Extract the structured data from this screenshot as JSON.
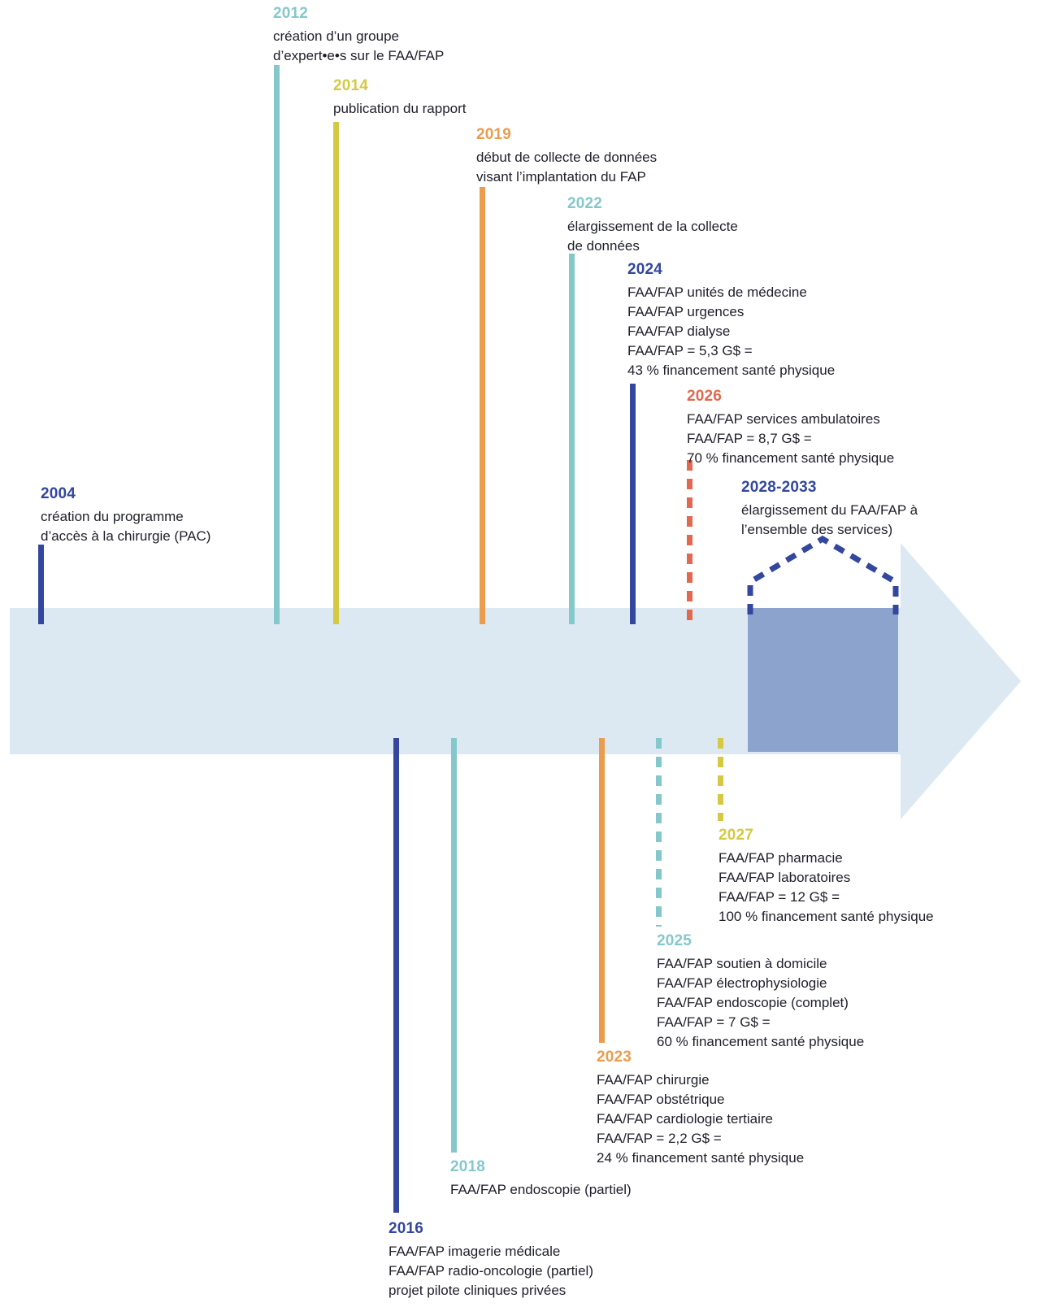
{
  "colors": {
    "darkblue": "#33479E",
    "teal": "#85C8CB",
    "yellow": "#D5C944",
    "orange": "#EC9C4D",
    "red": "#E0694F",
    "arrow": "#DCE9F2",
    "box": "#8CA3CE",
    "text": "#20212B"
  },
  "events": [
    {
      "year": "2004",
      "side": "above",
      "style": "solid",
      "color": "darkblue",
      "lines": [
        "création du programme",
        "d’accès à la chirurgie (PAC)"
      ]
    },
    {
      "year": "2012",
      "side": "above",
      "style": "solid",
      "color": "teal",
      "lines": [
        "création d’un groupe",
        "d’expert•e•s sur le FAA/FAP"
      ]
    },
    {
      "year": "2014",
      "side": "above",
      "style": "solid",
      "color": "yellow",
      "lines": [
        "publication du rapport"
      ]
    },
    {
      "year": "2016",
      "side": "below",
      "style": "solid",
      "color": "darkblue",
      "lines": [
        "FAA/FAP imagerie médicale",
        "FAA/FAP radio-oncologie (partiel)",
        "projet pilote cliniques privées"
      ]
    },
    {
      "year": "2018",
      "side": "below",
      "style": "solid",
      "color": "teal",
      "lines": [
        "FAA/FAP endoscopie (partiel)"
      ]
    },
    {
      "year": "2019",
      "side": "above",
      "style": "solid",
      "color": "orange",
      "lines": [
        "début de collecte de données",
        "visant l’implantation du FAP"
      ]
    },
    {
      "year": "2022",
      "side": "above",
      "style": "solid",
      "color": "teal",
      "lines": [
        "élargissement de la collecte",
        "de données"
      ]
    },
    {
      "year": "2023",
      "side": "below",
      "style": "solid",
      "color": "orange",
      "lines": [
        "FAA/FAP chirurgie",
        "FAA/FAP obstétrique",
        "FAA/FAP cardiologie tertiaire",
        "FAA/FAP = 2,2 G$ =",
        "24 % financement santé physique"
      ]
    },
    {
      "year": "2024",
      "side": "above",
      "style": "solid",
      "color": "darkblue",
      "lines": [
        "FAA/FAP unités de médecine",
        "FAA/FAP urgences",
        "FAA/FAP dialyse",
        "FAA/FAP = 5,3 G$ =",
        "43 % financement santé physique"
      ]
    },
    {
      "year": "2025",
      "side": "below",
      "style": "dashed",
      "color": "teal",
      "lines": [
        "FAA/FAP soutien à domicile",
        "FAA/FAP électrophysiologie",
        "FAA/FAP endoscopie (complet)",
        "FAA/FAP = 7 G$ =",
        "60 % financement santé physique"
      ]
    },
    {
      "year": "2026",
      "side": "above",
      "style": "dashed",
      "color": "red",
      "lines": [
        "FAA/FAP services ambulatoires",
        "FAA/FAP = 8,7 G$ =",
        "70 % financement santé physique"
      ]
    },
    {
      "year": "2027",
      "side": "below",
      "style": "dashed",
      "color": "yellow",
      "lines": [
        "FAA/FAP pharmacie",
        "FAA/FAP laboratoires",
        "FAA/FAP = 12 G$ =",
        "100 % financement santé physique"
      ]
    },
    {
      "year": "2028-2033",
      "side": "above",
      "style": "dashed-chevron",
      "color": "darkblue",
      "lines": [
        "élargissement du FAA/FAP à",
        "l’ensemble des services)"
      ]
    }
  ]
}
